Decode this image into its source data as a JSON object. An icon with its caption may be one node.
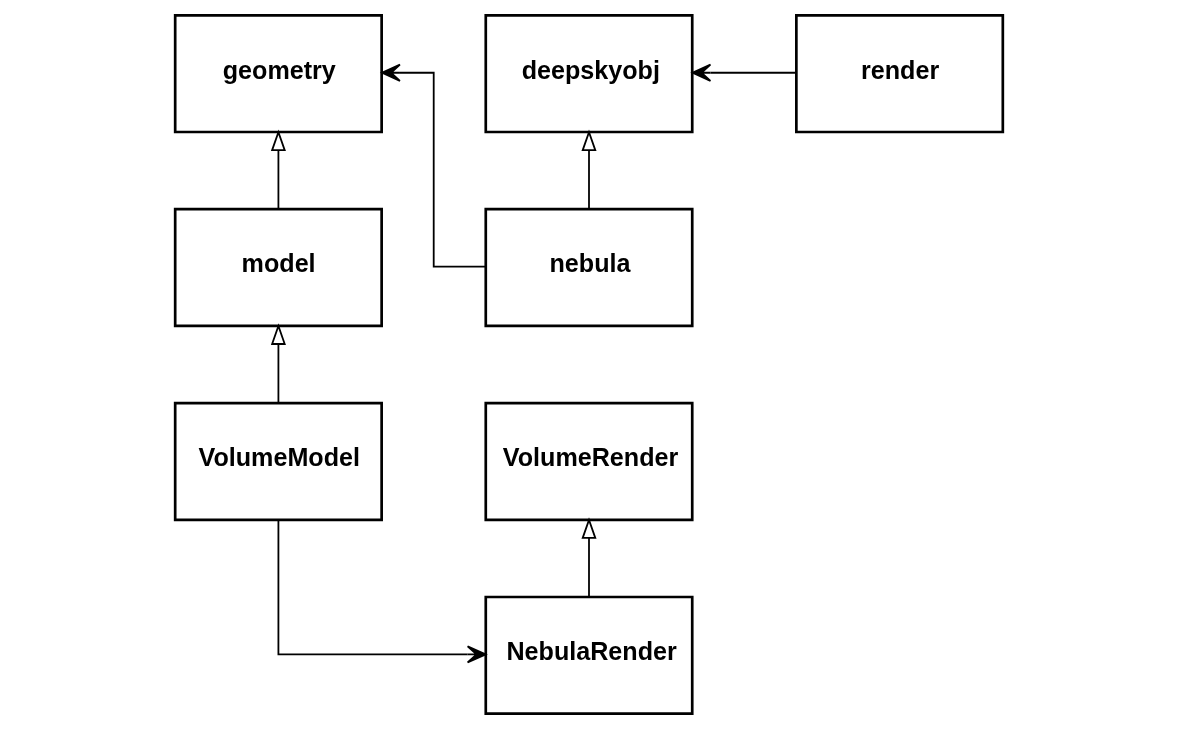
{
  "diagram": {
    "nodes": [
      {
        "text": [
          "geometry"
        ]
      },
      {
        "text": [
          "deepskyobj"
        ]
      },
      {
        "text": [
          "render"
        ]
      },
      {
        "text": [
          "model"
        ]
      },
      {
        "text": [
          "nebula"
        ]
      },
      {
        "text": [
          "VolumeRender"
        ]
      },
      {
        "text": [
          "VolumeModel"
        ]
      },
      {
        "text": [
          "NebulaRender"
        ]
      }
    ],
    "edges": [
      {
        "from": 2,
        "to": 1,
        "arrow": "to"
      },
      {
        "from": 4,
        "to": 0,
        "arrow": "to"
      },
      {
        "from": 4,
        "to": 1,
        "arrow": "to"
      },
      {
        "from": 3,
        "to": 0,
        "arrow": "to"
      },
      {
        "from": 6,
        "to": 3,
        "arrow": "to"
      },
      {
        "from": 6,
        "to": 7,
        "arrow": "to"
      },
      {
        "from": 7,
        "to": 5,
        "arrow": "to"
      }
    ]
  }
}
